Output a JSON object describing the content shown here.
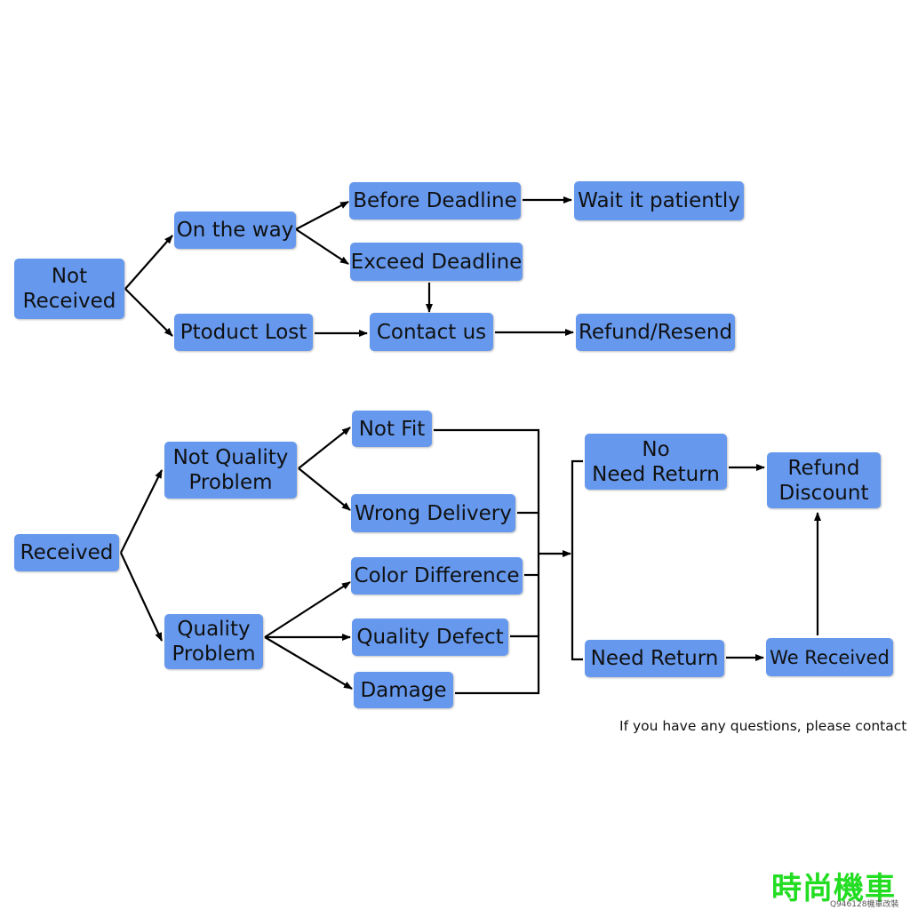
{
  "colors": {
    "box_fill": "#6699ee",
    "arrow": "#000000",
    "watermark": "#22dd22"
  },
  "nodes": {
    "not_received": "Not\nReceived",
    "on_the_way": "On the way",
    "before_deadline": "Before Deadline",
    "wait_patiently": "Wait it patiently",
    "exceed_deadline": "Exceed Deadline",
    "product_lost": "Ptoduct Lost",
    "contact_us": "Contact us",
    "refund_resend": "Refund/Resend",
    "received": "Received",
    "not_quality_problem": "Not Quality\nProblem",
    "quality_problem": "Quality\nProblem",
    "not_fit": "Not Fit",
    "wrong_delivery": "Wrong Delivery",
    "color_difference": "Color Difference",
    "quality_defect": "Quality Defect",
    "damage": "Damage",
    "no_need_return": "No\nNeed Return",
    "need_return": "Need Return",
    "refund_discount": "Refund\nDiscount",
    "we_received": "We Received"
  },
  "note": "If you have any questions, please contact us.",
  "watermark": {
    "main": "時尚機車",
    "sub": "Q946128機車改裝"
  }
}
